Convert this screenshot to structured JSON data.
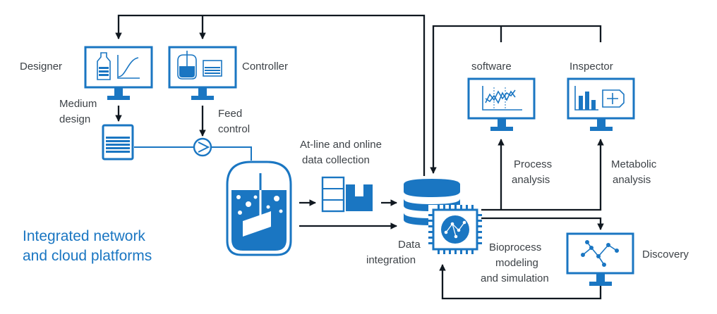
{
  "headline": {
    "line1": "Integrated network",
    "line2": "and cloud platforms"
  },
  "nodes": {
    "designer": "Designer",
    "controller": "Controller",
    "software": "software",
    "inspector": "Inspector",
    "discovery": "Discovery"
  },
  "labels": {
    "medium_design": [
      "Medium",
      "design"
    ],
    "feed_control": [
      "Feed",
      "control"
    ],
    "data_collection": [
      "At-line and online",
      "data collection"
    ],
    "data_integration": [
      "Data",
      "integration"
    ],
    "process_analysis": [
      "Process",
      "analysis"
    ],
    "metabolic_analysis": [
      "Metabolic",
      "analysis"
    ],
    "bioprocess_modeling": [
      "Bioprocess",
      "modeling",
      "and simulation"
    ]
  },
  "colors": {
    "accent": "#1a76c2",
    "line": "#101820",
    "text": "#3d4247"
  },
  "icons": [
    "monitor-icon",
    "bottle-icon",
    "growth-curve-icon",
    "reactor-icon",
    "medium-container-icon",
    "pump-icon",
    "bioreactor-icon",
    "analyzer-icon",
    "database-icon",
    "chip-icon",
    "trend-chart-icon",
    "bar-chart-icon",
    "network-icon"
  ]
}
